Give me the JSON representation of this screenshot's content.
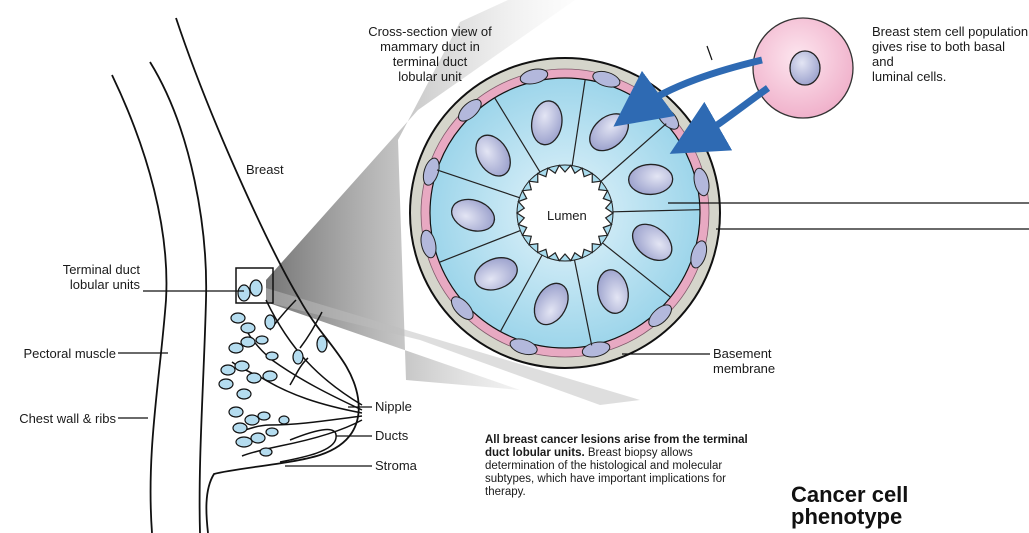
{
  "labels": {
    "cross_section_title": [
      "Cross-section view of",
      "mammary duct in",
      "terminal duct",
      "lobular unit"
    ],
    "stem_cell_note": [
      "Breast stem cell population",
      "gives rise to both basal and",
      "luminal cells."
    ],
    "breast": "Breast",
    "lumen": "Lumen",
    "terminal_duct": [
      "Terminal duct",
      "lobular units"
    ],
    "pectoral_muscle": "Pectoral muscle",
    "chest_wall": "Chest wall & ribs",
    "nipple": "Nipple",
    "ducts": "Ducts",
    "stroma": "Stroma",
    "basement_membrane": [
      "Basement",
      "membrane"
    ]
  },
  "summary": {
    "bold": "All breast cancer lesions arise from the terminal duct lobular units.",
    "text": " Breast biopsy allows determination of the histological and molecular subtypes, which have important implications for therapy."
  },
  "heading": "Cancer cell phenotype",
  "colors": {
    "luminal_cell": "#a9dcee",
    "nucleus": "#b3b8dc",
    "basal_cell": "#e8a9c2",
    "basement_membrane": "#d5d5cb",
    "lobule_fill": "#b4dcef",
    "arrow": "#2e6ab3",
    "stem_cell": "#f4c3d7"
  }
}
